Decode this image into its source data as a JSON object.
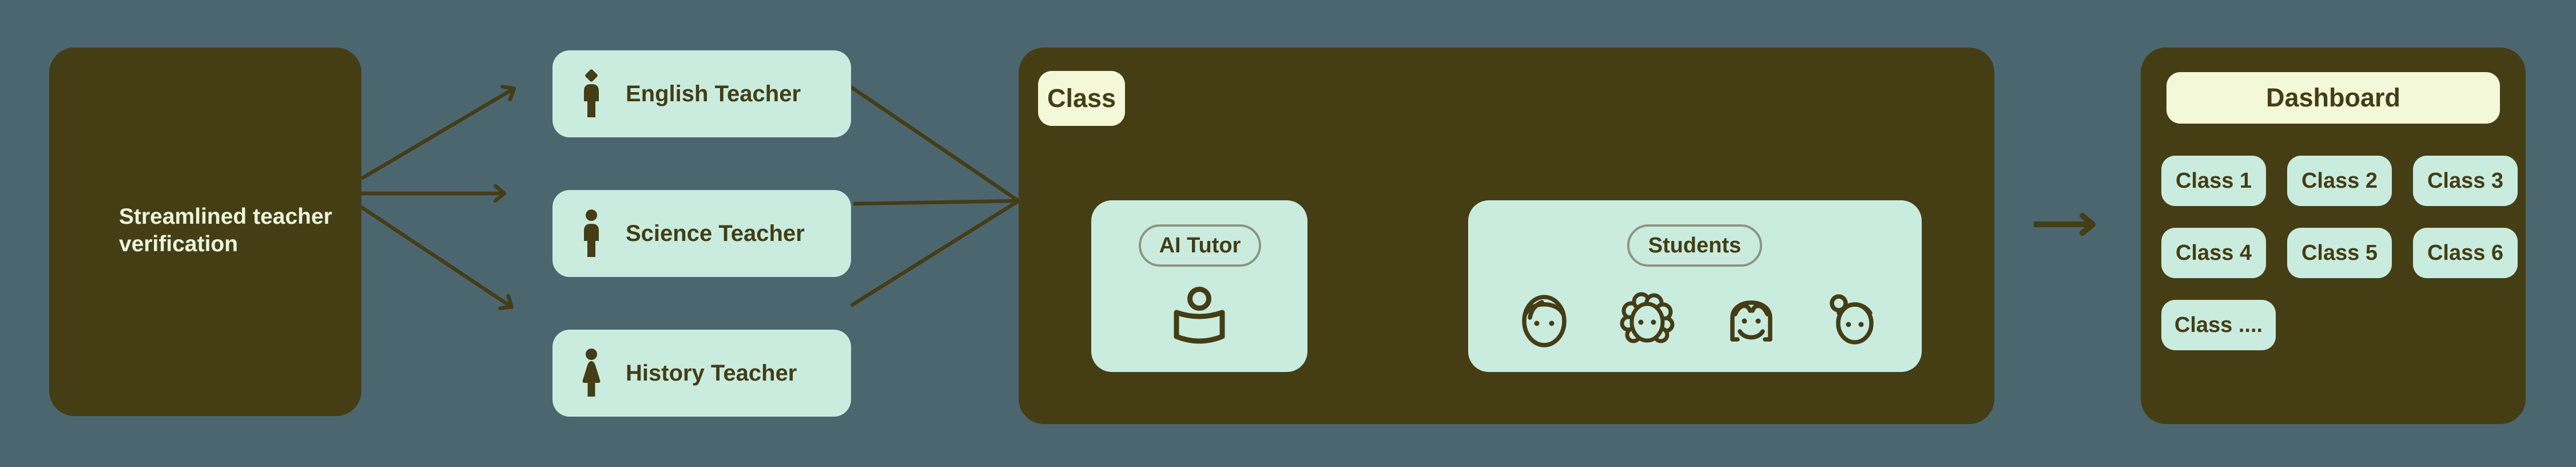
{
  "palette": {
    "background": "#4c6670",
    "panel_olive": "#453e15",
    "node_mint": "#c9ecdf",
    "header_cream": "#f2f8d8",
    "dark_text": "#443d15",
    "light_text": "#eaf5dc",
    "pill_border": "#8e9480",
    "mint_arrow": "#d4f0e6"
  },
  "verification": {
    "label": "Streamlined teacher verification"
  },
  "teachers": [
    {
      "label": "English Teacher",
      "icon": "person-diamond-head-icon"
    },
    {
      "label": "Science Teacher",
      "icon": "person-male-icon"
    },
    {
      "label": "History Teacher",
      "icon": "person-female-icon"
    }
  ],
  "class_panel": {
    "badge_label": "Class",
    "ai_tutor": {
      "label": "AI Tutor",
      "icon": "tutor-bust-icon"
    },
    "students": {
      "label": "Students",
      "icons": [
        "student-boy-face-icon",
        "student-curly-hair-face-icon",
        "student-long-hair-face-icon",
        "student-bun-hair-face-icon"
      ]
    },
    "connector": "double-arrow-icon"
  },
  "dashboard": {
    "title": "Dashboard",
    "class_buttons": [
      "Class 1",
      "Class 2",
      "Class 3",
      "Class 4",
      "Class 5",
      "Class 6",
      "Class ...."
    ]
  }
}
